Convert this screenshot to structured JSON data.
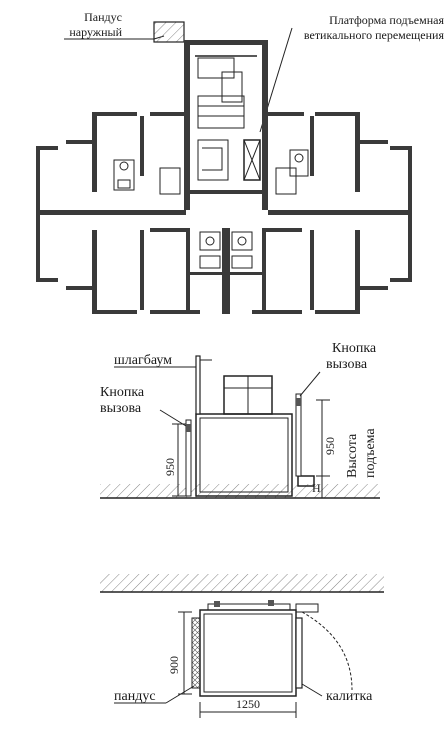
{
  "plan": {
    "ramp_label_line1": "Пандус",
    "ramp_label_line2": "наружный",
    "platform_label_line1": "Платформа подъемная",
    "platform_label_line2": "ветикального перемещения"
  },
  "elevation": {
    "barrier_label": "шлагбаум",
    "call_button_right_line1": "Кнопка",
    "call_button_right_line2": "вызова",
    "call_button_left_line1": "Кнопка",
    "call_button_left_line2": "вызова",
    "dim_left": "950",
    "dim_right": "950",
    "dim_h": "H",
    "lift_height_line1": "Высота",
    "lift_height_line2": "подъема"
  },
  "top_view": {
    "dim_depth": "900",
    "dim_width": "1250",
    "ramp_label": "пандус",
    "gate_label": "калитка"
  }
}
